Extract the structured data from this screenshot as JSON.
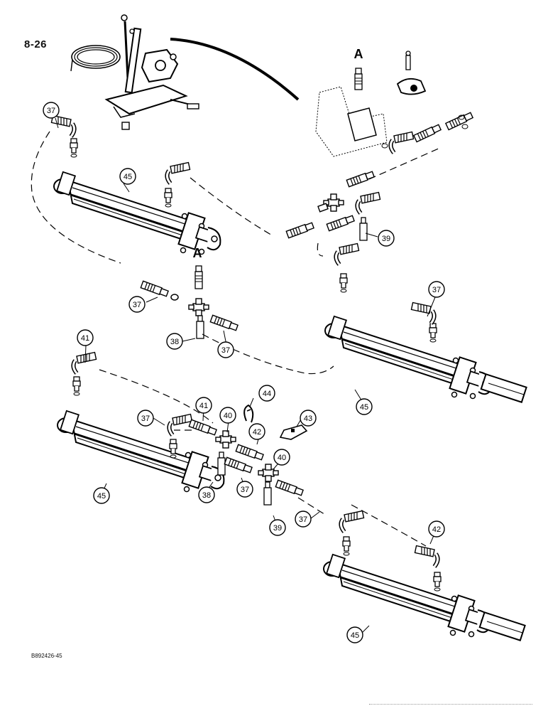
{
  "page_number": "8-26",
  "figure_code": "B892426-45",
  "connection_marker": "A",
  "callouts": {
    "c1": "37",
    "c2": "45",
    "c3": "39",
    "c4": "37",
    "c5": "38",
    "c6": "37",
    "c7": "37",
    "c8": "45",
    "c9": "41",
    "c10": "44",
    "c11": "43",
    "c12": "37",
    "c13": "41",
    "c14": "40",
    "c15": "42",
    "c16": "40",
    "c17": "45",
    "c18": "38",
    "c19": "37",
    "c20": "39",
    "c21": "37",
    "c22": "42",
    "c23": "45"
  }
}
